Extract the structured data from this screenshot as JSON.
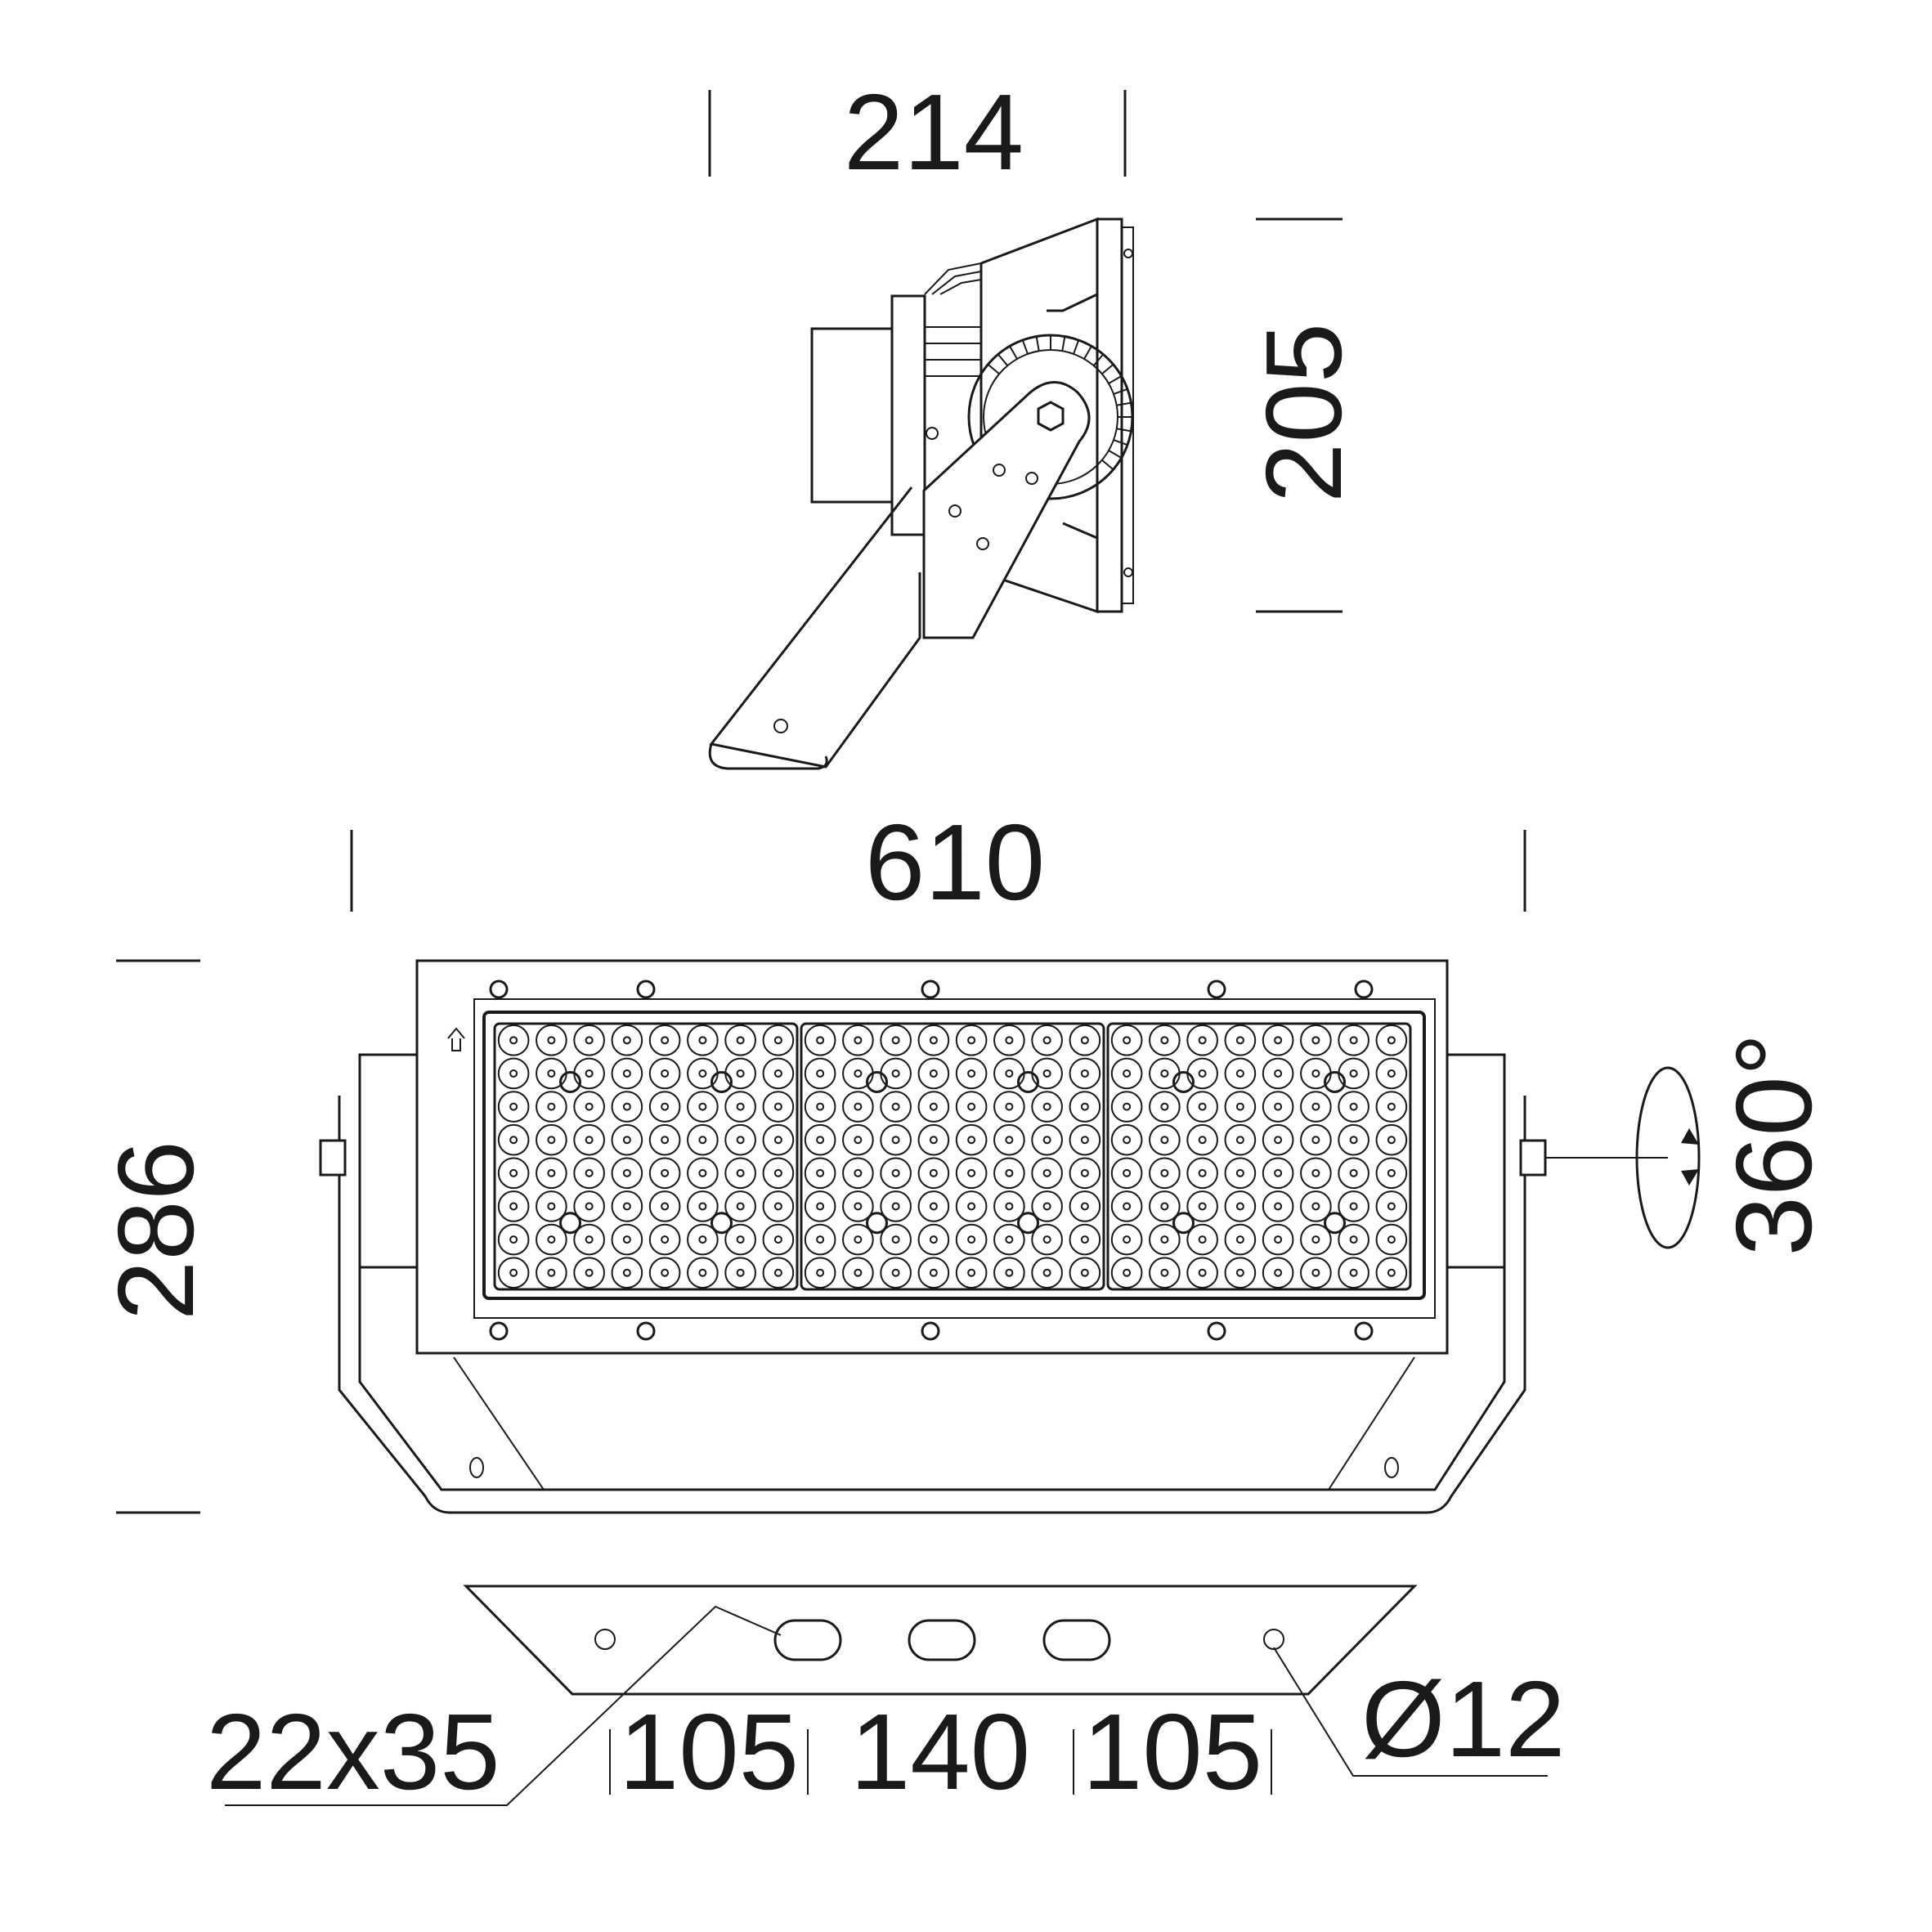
{
  "dimensions": {
    "side_width": "214",
    "side_height": "205",
    "front_width": "610",
    "front_height": "286",
    "rotation": "360°",
    "slot_size": "22x35",
    "spacing_left": "105",
    "spacing_middle": "140",
    "spacing_right": "105",
    "hole_diameter": "Ø12"
  },
  "led_module": {
    "modules": 3,
    "columns": 8,
    "rows": 8
  },
  "colors": {
    "line": "#1a1a1a",
    "background": "#ffffff"
  }
}
